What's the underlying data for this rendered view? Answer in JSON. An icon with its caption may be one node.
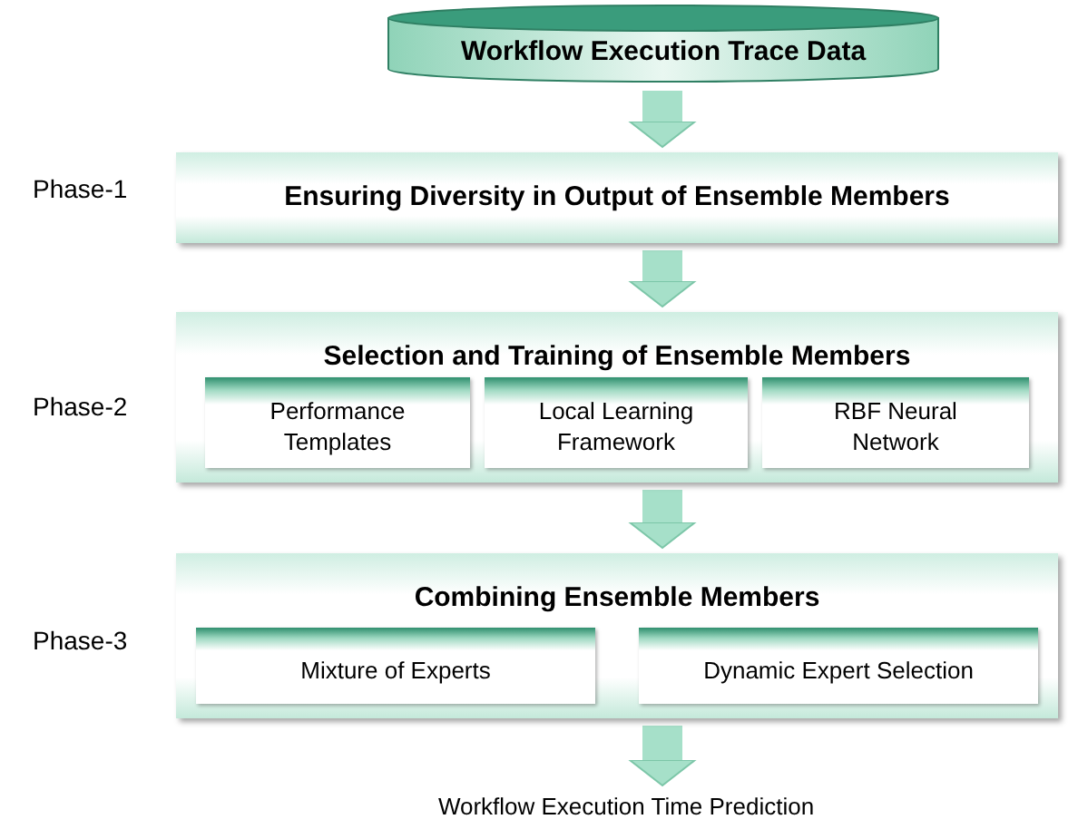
{
  "diagram": {
    "nodes": [
      {
        "text": [
          "Workflow Execution Trace Data"
        ]
      },
      {
        "text": [
          "Ensuring Diversity in Output of Ensemble Members"
        ],
        "beside": [
          "Phase-1"
        ]
      },
      {
        "text": [
          "Selection and Training of Ensemble Members"
        ],
        "beside": [
          "Phase-2"
        ]
      },
      {
        "text": [
          "Performance Templates"
        ],
        "in": 2
      },
      {
        "text": [
          "Local Learning Framework"
        ],
        "in": 2
      },
      {
        "text": [
          "RBF Neural Network"
        ],
        "in": 2
      },
      {
        "text": [
          "Combining Ensemble Members"
        ],
        "beside": [
          "Phase-3"
        ]
      },
      {
        "text": [
          "Mixture of Experts"
        ],
        "in": 6
      },
      {
        "text": [
          "Dynamic Expert Selection"
        ],
        "in": 6
      },
      {
        "text": [
          "Workflow Execution Time Prediction"
        ]
      }
    ],
    "edges": [
      {
        "from": 0,
        "to": 1,
        "arrow": "to"
      },
      {
        "from": 1,
        "to": 2,
        "arrow": "to"
      },
      {
        "from": 2,
        "to": 6,
        "arrow": "to"
      },
      {
        "from": 6,
        "to": 9,
        "arrow": "to"
      }
    ]
  }
}
